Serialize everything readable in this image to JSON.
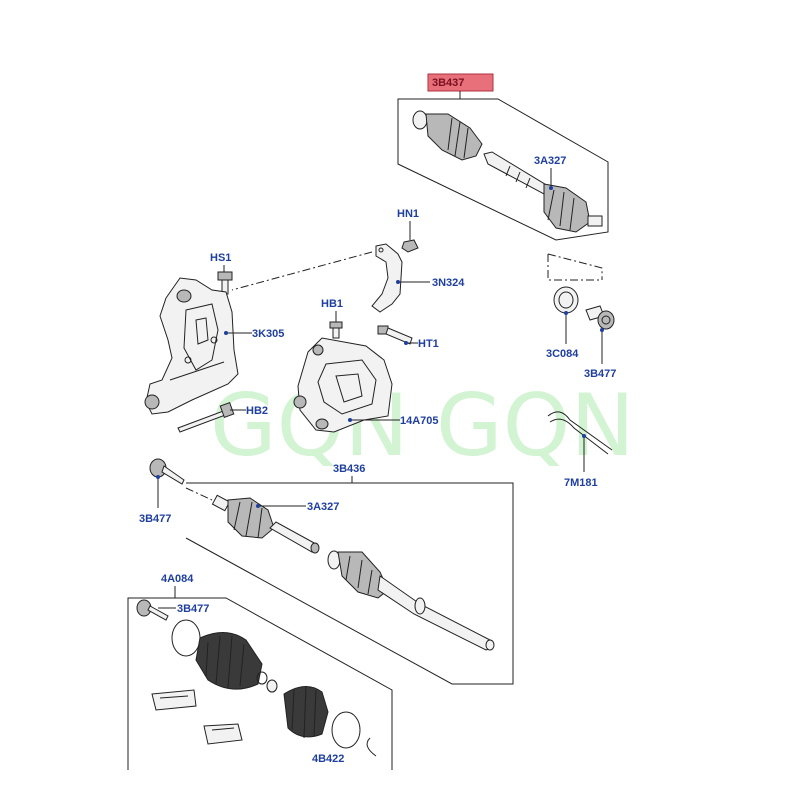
{
  "watermark": "GQN  GQN",
  "callouts": {
    "assembly_top": "3B437",
    "outer_joint_top": "3A327",
    "nut_hn1": "HN1",
    "bracket_strap": "3N324",
    "bolt_hs1": "HS1",
    "bolt_hb1": "HB1",
    "bolt_ht1": "HT1",
    "mount_bracket": "3K305",
    "support_bracket": "14A705",
    "bolt_hb2": "HB2",
    "seal_ring": "3C084",
    "hub_nut_right": "3B477",
    "cotter_pin": "7M181",
    "assembly_lower": "3B436",
    "hub_nut_left": "3B477",
    "outer_joint_lower": "3A327",
    "boot_kit": "4A084",
    "hub_nut_kit": "3B477",
    "clip_kit": "4B422"
  },
  "colors": {
    "label_text": "#1f3f9f",
    "highlight_fill": "#e8707a",
    "watermark": "#7fe07f"
  }
}
